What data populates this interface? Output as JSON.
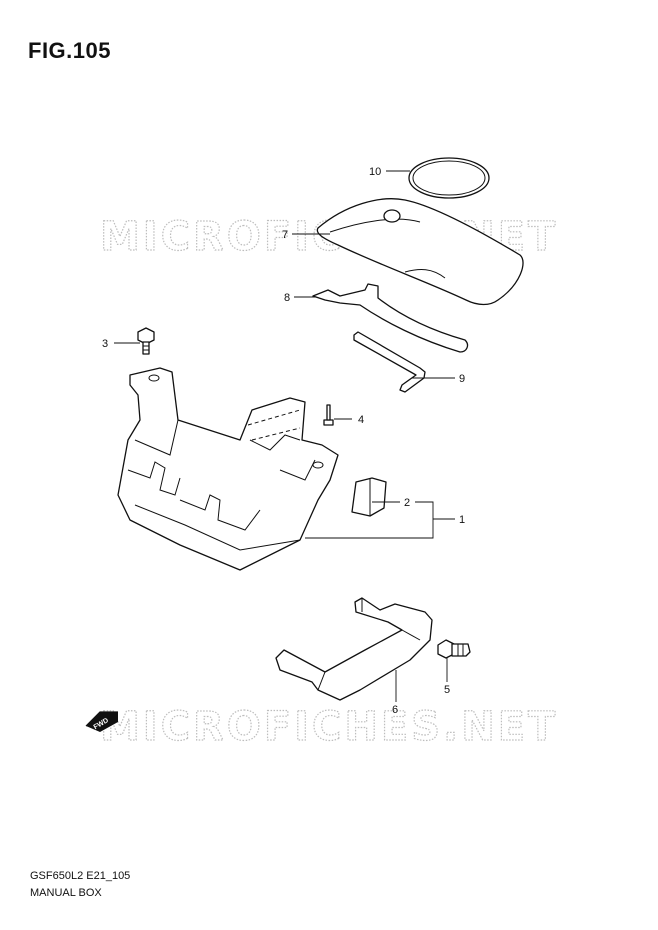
{
  "figure": {
    "title": "FIG.105"
  },
  "watermark": {
    "text": "MICROFICHES.NET"
  },
  "footer": {
    "code": "GSF650L2 E21_105",
    "name": "MANUAL BOX"
  },
  "direction_marker": {
    "text": "FWD",
    "icon": "fwd-arrow-icon"
  },
  "callouts": [
    "1",
    "2",
    "3",
    "4",
    "5",
    "6",
    "7",
    "8",
    "9",
    "10"
  ]
}
